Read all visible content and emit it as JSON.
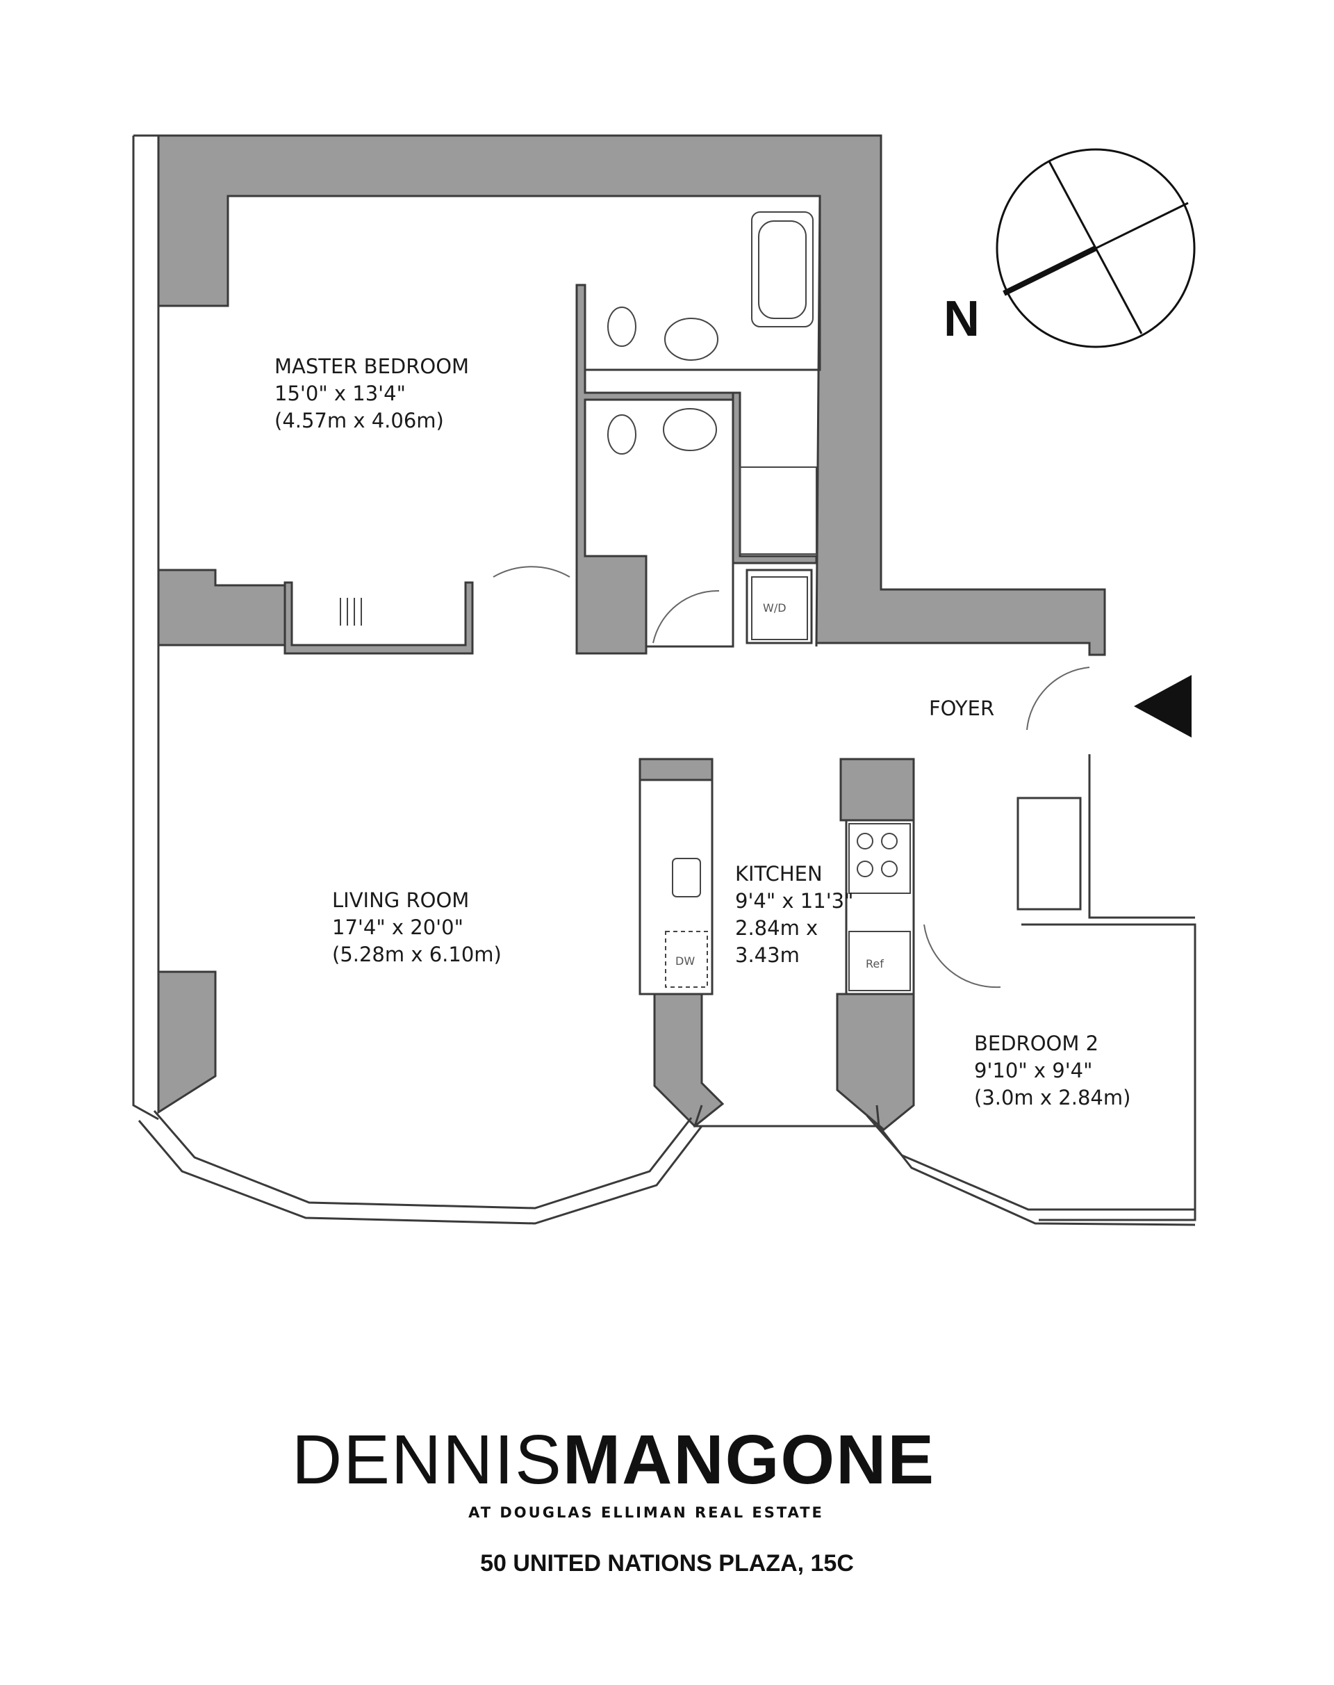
{
  "rooms": {
    "master_bedroom": {
      "name": "MASTER BEDROOM",
      "dims_imperial": "15'0\" x 13'4\"",
      "dims_metric": "(4.57m x 4.06m)"
    },
    "living_room": {
      "name": "LIVING ROOM",
      "dims_imperial": "17'4\" x 20'0\"",
      "dims_metric": "(5.28m x 6.10m)"
    },
    "kitchen": {
      "name": "KITCHEN",
      "dims_imperial": "9'4\" x 11'3\"",
      "dims_metric_1": "2.84m x",
      "dims_metric_2": "3.43m"
    },
    "bedroom_2": {
      "name": "BEDROOM 2",
      "dims_imperial": "9'10\" x 9'4\"",
      "dims_metric": "(3.0m x 2.84m)"
    },
    "foyer": {
      "name": "FOYER"
    }
  },
  "fixtures": {
    "washer_dryer": "W/D",
    "dishwasher": "DW",
    "refrigerator": "Ref"
  },
  "compass": {
    "north_label": "N"
  },
  "branding": {
    "first_name": "DENNIS",
    "last_name": "MANGONE",
    "subtitle": "AT DOUGLAS ELLIMAN REAL ESTATE"
  },
  "address": "50 UNITED NATIONS PLAZA, 15C",
  "colors": {
    "wall_fill": "#9b9b9b",
    "wall_stroke": "#3a3a3a",
    "background": "#ffffff"
  }
}
